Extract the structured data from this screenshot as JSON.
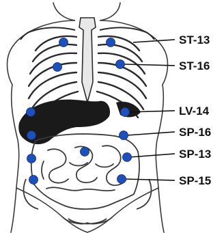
{
  "labels": {
    "st13": "ST-13",
    "st16": "ST-16",
    "lv14": "LV-14",
    "sp16": "SP-16",
    "sp13": "SP-13",
    "sp15": "SP-15"
  },
  "colors": {
    "point": "#1f4fb8",
    "line": "#111111",
    "organ": "#1a1a1a",
    "outline": "#3a3a3a"
  }
}
